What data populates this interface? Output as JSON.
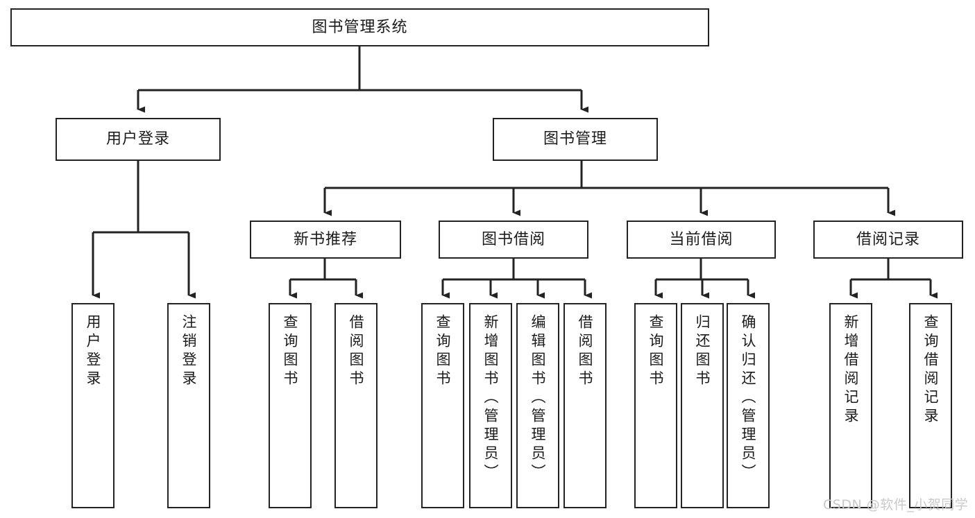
{
  "diagram": {
    "type": "tree-hierarchy-chart",
    "title": "图书管理系统",
    "watermark": "CSDN @软件_小贺同学",
    "colors": {
      "stroke": "#232323",
      "background": "#ffffff",
      "text": "#1b1b1b",
      "watermark": "#c9c9c9"
    },
    "nodes": {
      "root": {
        "label": "图书管理系统"
      },
      "level2": [
        {
          "id": "user-login",
          "label": "用户登录"
        },
        {
          "id": "book-management",
          "label": "图书管理"
        }
      ],
      "level3": [
        {
          "id": "new-book-recommend",
          "label": "新书推荐"
        },
        {
          "id": "book-borrow",
          "label": "图书借阅"
        },
        {
          "id": "current-borrow",
          "label": "当前借阅"
        },
        {
          "id": "borrow-record",
          "label": "借阅记录"
        }
      ],
      "leaves": {
        "user-login": [
          {
            "id": "leaf-user-login",
            "label": "用户登录"
          },
          {
            "id": "leaf-user-logout",
            "label": "注销登录"
          }
        ],
        "new-book-recommend": [
          {
            "id": "leaf-query-book-1",
            "label": "查询图书"
          },
          {
            "id": "leaf-borrow-book-1",
            "label": "借阅图书"
          }
        ],
        "book-borrow": [
          {
            "id": "leaf-query-book-2",
            "label": "查询图书"
          },
          {
            "id": "leaf-add-book-admin",
            "label": "新增图书（管理员）"
          },
          {
            "id": "leaf-edit-book-admin",
            "label": "编辑图书（管理员）"
          },
          {
            "id": "leaf-borrow-book-2",
            "label": "借阅图书"
          }
        ],
        "current-borrow": [
          {
            "id": "leaf-query-book-3",
            "label": "查询图书"
          },
          {
            "id": "leaf-return-book",
            "label": "归还图书"
          },
          {
            "id": "leaf-confirm-return-admin",
            "label": "确认归还（管理员）"
          }
        ],
        "borrow-record": [
          {
            "id": "leaf-add-borrow-record",
            "label": "新增借阅记录"
          },
          {
            "id": "leaf-query-borrow-record",
            "label": "查询借阅记录"
          }
        ]
      }
    }
  }
}
